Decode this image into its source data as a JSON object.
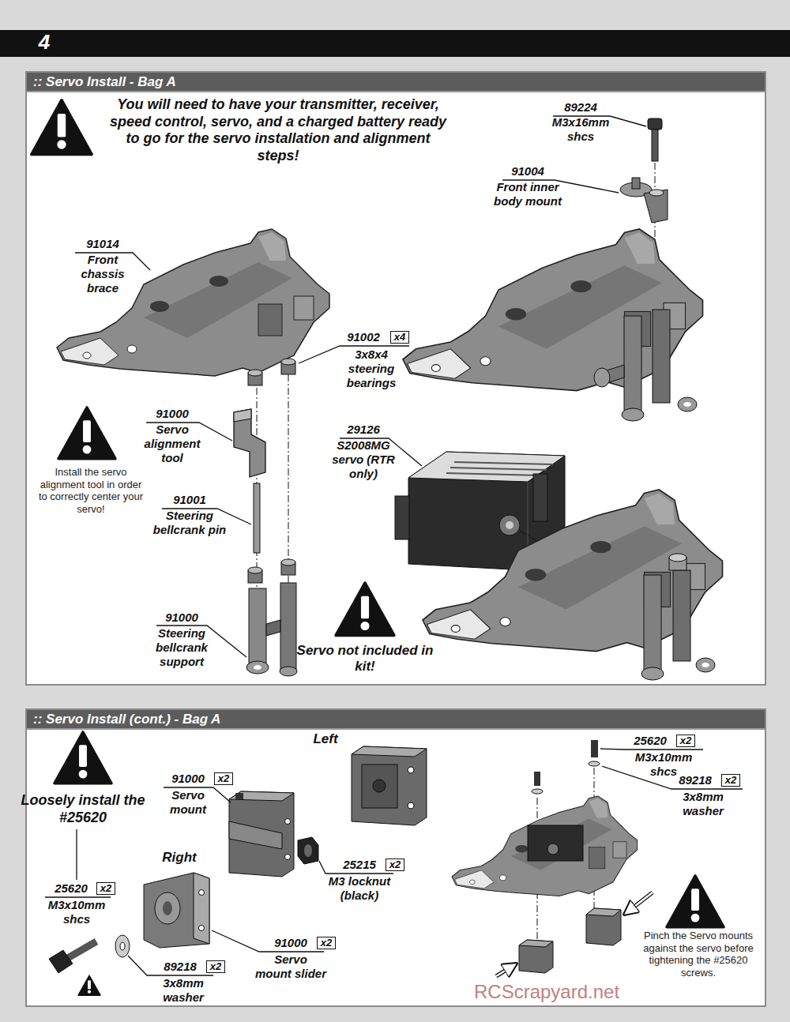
{
  "diagram": {
    "nodes": [
      {
        "text": [
          ":: Servo Install - Bag A"
        ]
      },
      {
        "text": [
          ":: Servo Install (cont.) - Bag A"
        ]
      }
    ],
    "labels": [
      "4",
      "You will need to have your transmitter, receiver, speed control, servo, and a charged battery ready to go for the servo installation and alignment steps!",
      "89224",
      "M3x16mm shcs",
      "91004",
      "Front inner body mount",
      "91014",
      "Front chassis brace",
      "91002",
      "x4",
      "3x8x4 steering bearings",
      "91000",
      "Servo alignment tool",
      "Install the servo alignment tool in order to correctly center your servo!",
      "29126",
      "S2008MG servo (RTR only)",
      "91001",
      "Steering bellcrank pin",
      "Servo not included in kit!",
      "91000",
      "Steering bellcrank support",
      "Left",
      "Loosely install the #25620",
      "91000",
      "x2",
      "Servo mount",
      "Right",
      "25215",
      "x2",
      "M3 locknut (black)",
      "25620",
      "x2",
      "M3x10mm shcs",
      "89218",
      "x2",
      "3x8mm washer",
      "91000",
      "x2",
      "Servo mount slider",
      "25620",
      "x2",
      "M3x10mm shcs",
      "89218",
      "x2",
      "3x8mm washer",
      "Pinch the Servo mounts against the servo before tightening the #25620 screws.",
      "RCScrapyard.net"
    ]
  }
}
